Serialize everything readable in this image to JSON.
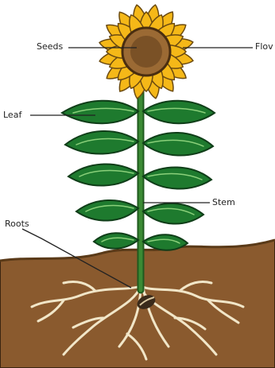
{
  "labels": {
    "seeds": "Seeds",
    "flower": "Flov",
    "leaf": "Leaf",
    "stem": "Stem",
    "roots": "Roots"
  },
  "colors": {
    "petal": "#f5b818",
    "petal_outline": "#6b4a10",
    "center": "#9b6a34",
    "center_inner": "#7a5126",
    "leaf": "#1e7a2e",
    "leaf_light": "#2f9a3c",
    "stem": "#2c7a2a",
    "soil": "#8a5a2e",
    "soil_top": "#7a4e25",
    "root": "#f1e6c8",
    "seed": "#3a2a1a"
  }
}
